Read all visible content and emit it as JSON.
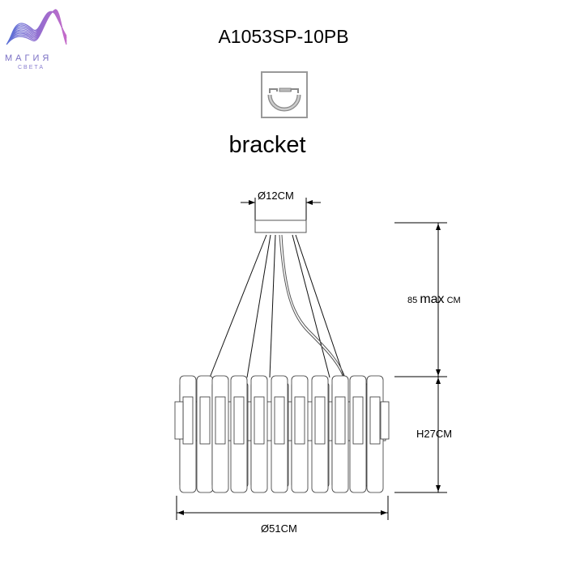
{
  "logo": {
    "word": "МАГИЯ",
    "sub": "СВЕТА"
  },
  "title": "A1053SP-10PB",
  "mount_icon": "bracket-icon",
  "mount_label": "bracket",
  "dimensions": {
    "canopy_diameter": "Ø12CM",
    "max_drop_value": "85",
    "max_drop_word": "max",
    "max_drop_unit": "CM",
    "height": "H27CM",
    "diameter": "Ø51CM"
  },
  "colors": {
    "line": "#000000",
    "logo_a": "#5b6fd6",
    "logo_b": "#c56bc9"
  }
}
